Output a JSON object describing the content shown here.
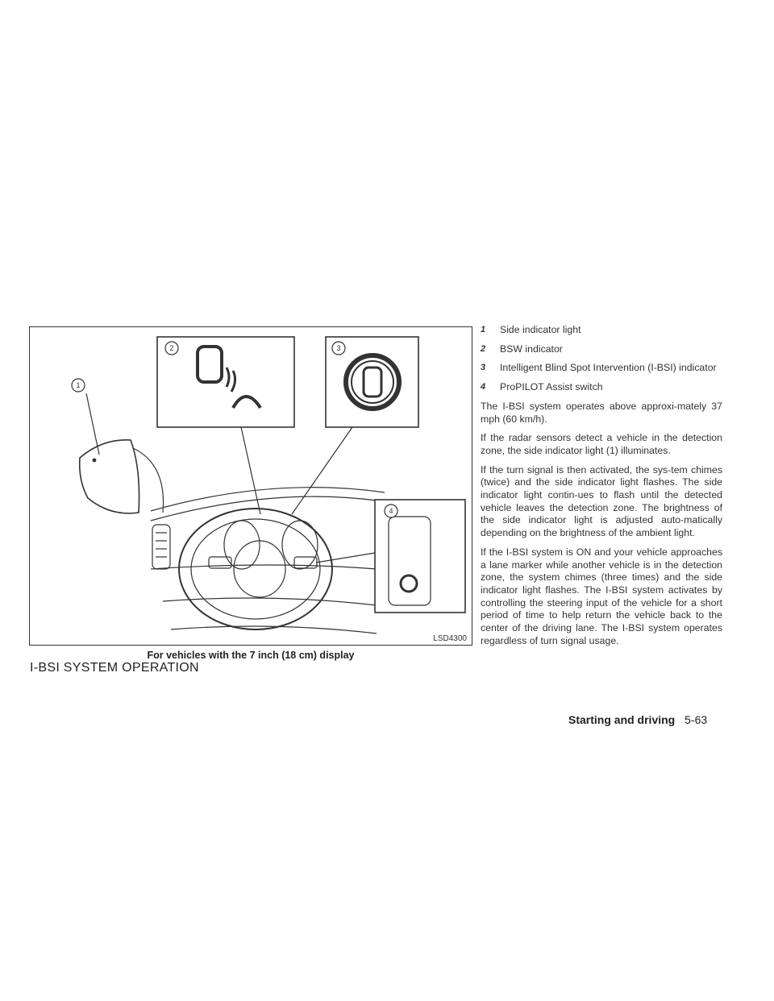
{
  "figure": {
    "id_label": "LSD4300",
    "caption": "For vehicles with the 7 inch (18 cm) display",
    "callouts": [
      "1",
      "2",
      "3",
      "4"
    ]
  },
  "section_title": "I-BSI SYSTEM OPERATION",
  "legend": [
    {
      "num": "1",
      "text": "Side indicator light"
    },
    {
      "num": "2",
      "text": "BSW indicator"
    },
    {
      "num": "3",
      "text": "Intelligent Blind Spot Intervention (I-BSI) indicator"
    },
    {
      "num": "4",
      "text": "ProPILOT Assist switch"
    }
  ],
  "paragraphs": [
    "The I-BSI system operates above approxi-mately 37 mph (60 km/h).",
    "If the radar sensors detect a vehicle in the detection zone, the side indicator light (1) illuminates.",
    "If the turn signal is then activated, the sys-tem chimes (twice) and the side indicator light flashes. The side indicator light contin-ues to flash until the detected vehicle leaves the detection zone. The brightness of the side indicator light is adjusted auto-matically depending on the brightness of the ambient light.",
    "If the I-BSI system is ON and your vehicle approaches a lane marker while another vehicle is in the detection zone, the system chimes (three times) and the side indicator light flashes. The I-BSI system activates by controlling the steering input of the vehicle for a short period of time to help return the vehicle back to the center of the driving lane. The I-BSI system operates regardless of turn signal usage."
  ],
  "footer": {
    "section": "Starting and driving",
    "page": "5-63"
  }
}
